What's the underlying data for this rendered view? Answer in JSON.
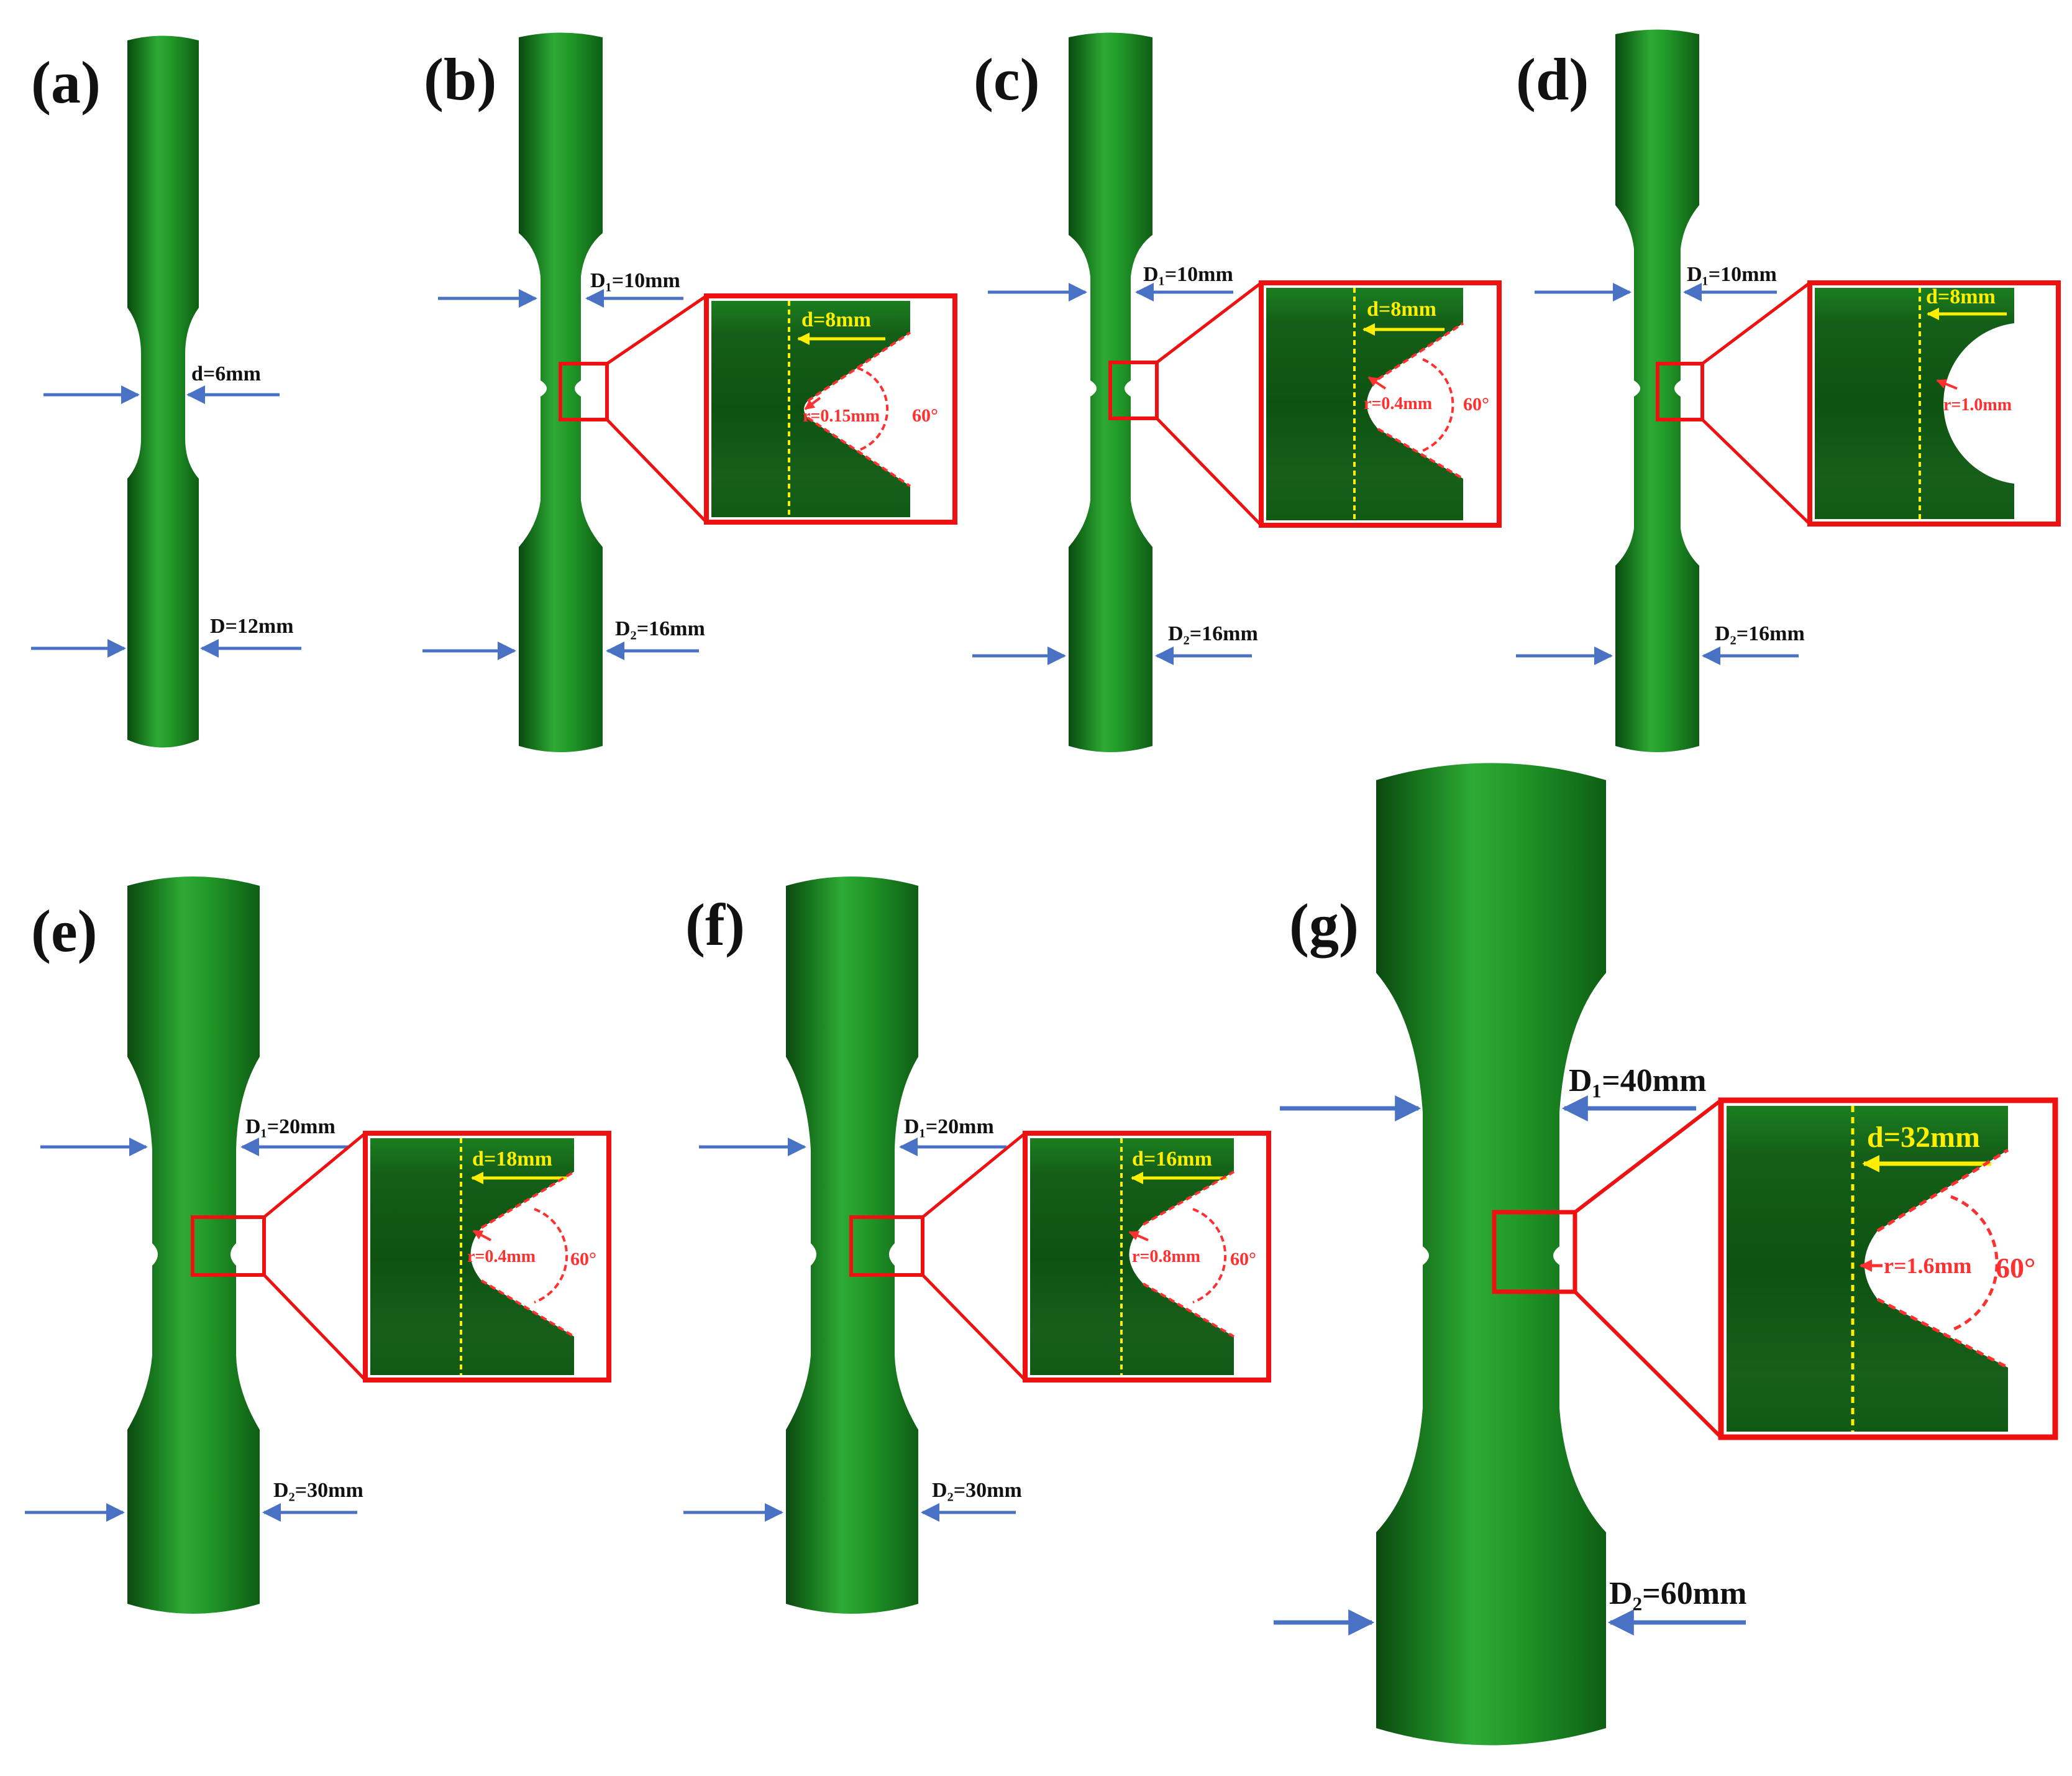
{
  "colors": {
    "body_dark": "#0d5a12",
    "body_mid": "#1f8f25",
    "body_light": "#3fbf45",
    "arrow": "#4a72c4",
    "zoom": "#ee1111",
    "yellow": "#ffee00",
    "annotation_red": "#ff3030",
    "label_black": "#111111"
  },
  "panels": {
    "a": {
      "label": "(a)",
      "d_label": "d=6mm",
      "D_label": "D=12mm"
    },
    "b": {
      "label": "(b)",
      "D1_label": "D₁=10mm",
      "D2_label": "D₂=16mm",
      "inset_d": "d=8mm",
      "inset_r": "r=0.15mm",
      "inset_angle": "60°"
    },
    "c": {
      "label": "(c)",
      "D1_label": "D₁=10mm",
      "D2_label": "D₂=16mm",
      "inset_d": "d=8mm",
      "inset_r": "r=0.4mm",
      "inset_angle": "60°"
    },
    "d": {
      "label": "(d)",
      "D1_label": "D₁=10mm",
      "D2_label": "D₂=16mm",
      "inset_d": "d=8mm",
      "inset_r": "r=1.0mm"
    },
    "e": {
      "label": "(e)",
      "D1_label": "D₁=20mm",
      "D2_label": "D₂=30mm",
      "inset_d": "d=18mm",
      "inset_r": "r=0.4mm",
      "inset_angle": "60°"
    },
    "f": {
      "label": "(f)",
      "D1_label": "D₁=20mm",
      "D2_label": "D₂=30mm",
      "inset_d": "d=16mm",
      "inset_r": "r=0.8mm",
      "inset_angle": "60°"
    },
    "g": {
      "label": "(g)",
      "D1_label": "D₁=40mm",
      "D2_label": "D₂=60mm",
      "inset_d": "d=32mm",
      "inset_r": "r=1.6mm",
      "inset_angle": "60°"
    }
  }
}
